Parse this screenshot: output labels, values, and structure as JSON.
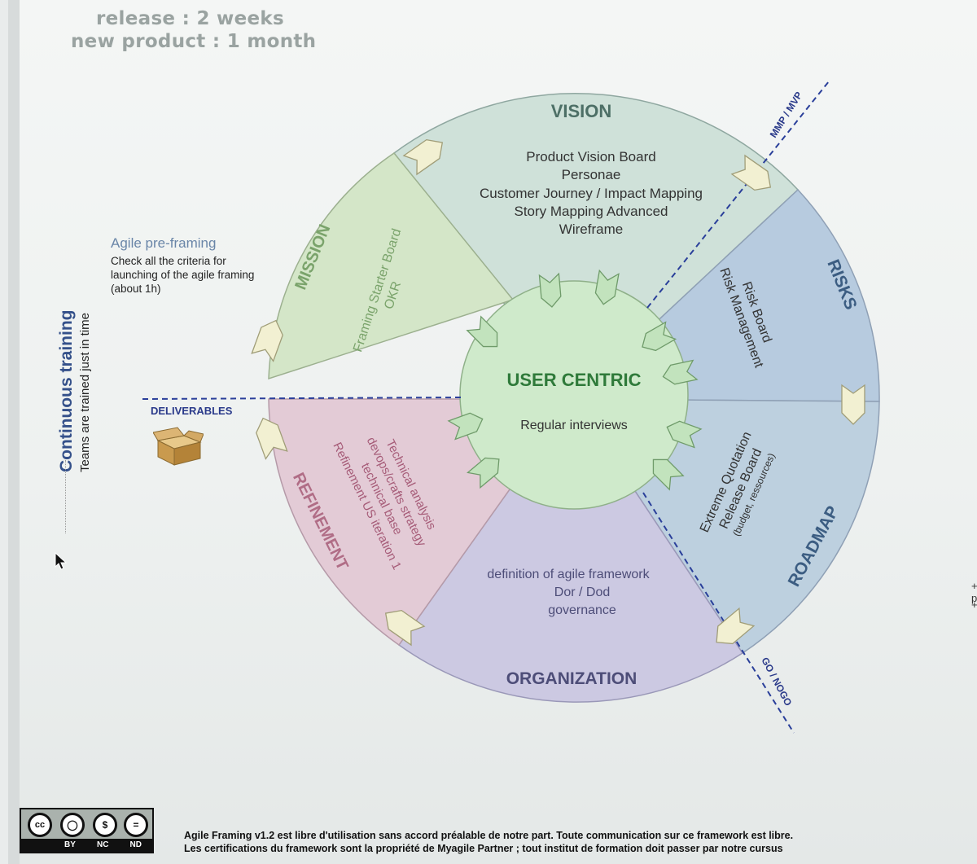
{
  "header": {
    "release_note": "release : 2 weeks",
    "product_note": "new product : 1 month"
  },
  "preframing": {
    "title": "Agile pre-framing",
    "description": "Check all the criteria for\nlaunching of the agile framing\n(about 1h)"
  },
  "training": {
    "title": "Continuous training",
    "subtitle": "Teams are trained just in time"
  },
  "deliverables_label": "DELIVERABLES",
  "diagram": {
    "center": {
      "title": "USER CENTRIC",
      "subtitle": "Regular interviews"
    },
    "sectors": {
      "vision": {
        "title": "VISION",
        "items": [
          "Product Vision Board",
          "Personae",
          "Customer Journey / Impact Mapping",
          "Story Mapping Advanced",
          "Wireframe"
        ]
      },
      "risks": {
        "title": "RISKS",
        "items": [
          "Risk Board",
          "Risk Management"
        ]
      },
      "roadmap": {
        "title": "ROADMAP",
        "items": [
          "Extreme Quotation",
          "Release Board",
          "(budget, ressources)"
        ]
      },
      "organization": {
        "title": "ORGANIZATION",
        "items": [
          "definition of agile framework",
          "Dor / Dod",
          "governance"
        ]
      },
      "refinement": {
        "title": "REFINEMENT",
        "items": [
          "Technical analysis",
          "devops/crafts strategy",
          "technical base",
          "Refinement US iteration 1"
        ]
      },
      "mission": {
        "title": "MISSION",
        "items": [
          "Framing Starter Board",
          "OKR"
        ]
      }
    },
    "milestones": {
      "mmp": "MMP / MVP",
      "gonogo": "GO / NOGO"
    }
  },
  "footer": {
    "cc_labels": [
      "BY",
      "NC",
      "ND"
    ],
    "cc_icons": [
      "cc-icon",
      "person-icon",
      "no-money-icon",
      "equals-icon"
    ],
    "line1": "Agile Framing v1.2 est libre d'utilisation sans accord préalable de notre part. Toute communication sur ce framework est libre.",
    "line2": "Les certifications du framework sont la propriété de Myagile Partner ; tout institut de formation doit passer par notre cursus"
  },
  "side_marks": [
    "+ p",
    "+"
  ],
  "colors": {
    "vision": "#cfe1d9",
    "risks": "#b9cde0",
    "roadmap": "#bccfdf",
    "organization": "#ccc9e2",
    "refinement": "#e3cbd6",
    "mission": "#d4e6c8",
    "center": "#cfeacb",
    "dashed_line": "#2a3f9a"
  }
}
